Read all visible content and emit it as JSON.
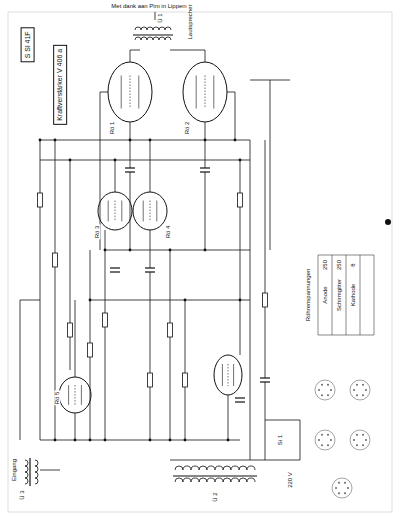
{
  "diagram": {
    "nodes": [
      {
        "text": [
          "S Sl 41F"
        ]
      },
      {
        "text": [
          "Kraftverstärker V 406 a"
        ]
      }
    ],
    "labels": [
      "Met dank aan Pim in Lippens",
      "Rö 1",
      "Rö 2",
      "Rö 3",
      "Rö 4",
      "Rö 5",
      "Ü 1",
      "Ü 2",
      "Ü 3",
      "Si 1",
      "220 V",
      "Lautsprecher",
      "Eingang",
      "Röhrenspannungen",
      "Anode",
      "Schirmgitter",
      "Kathode",
      "250",
      "250",
      "8"
    ]
  }
}
